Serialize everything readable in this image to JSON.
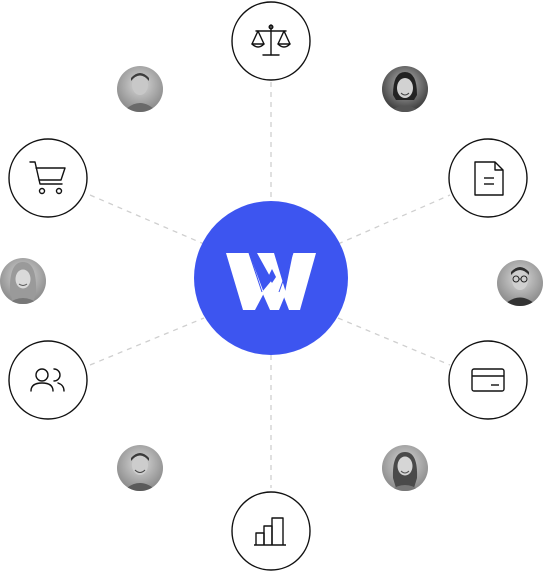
{
  "diagram": {
    "center_logo": {
      "icon": "w-logo-icon",
      "color": "#3d55f0",
      "glyph_color": "#ffffff"
    },
    "line_color": "#cfcfcf",
    "node_border_color": "#111111",
    "nodes": [
      {
        "key": "legal",
        "icon": "scales-icon"
      },
      {
        "key": "documents",
        "icon": "document-icon"
      },
      {
        "key": "payments",
        "icon": "credit-card-icon"
      },
      {
        "key": "analytics",
        "icon": "bar-chart-icon"
      },
      {
        "key": "team",
        "icon": "users-icon"
      },
      {
        "key": "commerce",
        "icon": "shopping-cart-icon"
      }
    ],
    "avatars": [
      {
        "key": "man-short-hair",
        "icon": "person-photo"
      },
      {
        "key": "woman-smiling",
        "icon": "person-photo"
      },
      {
        "key": "man-glasses",
        "icon": "person-photo"
      },
      {
        "key": "woman-long-hair",
        "icon": "person-photo"
      },
      {
        "key": "man-smiling",
        "icon": "person-photo"
      },
      {
        "key": "woman-blonde",
        "icon": "person-photo"
      }
    ]
  }
}
